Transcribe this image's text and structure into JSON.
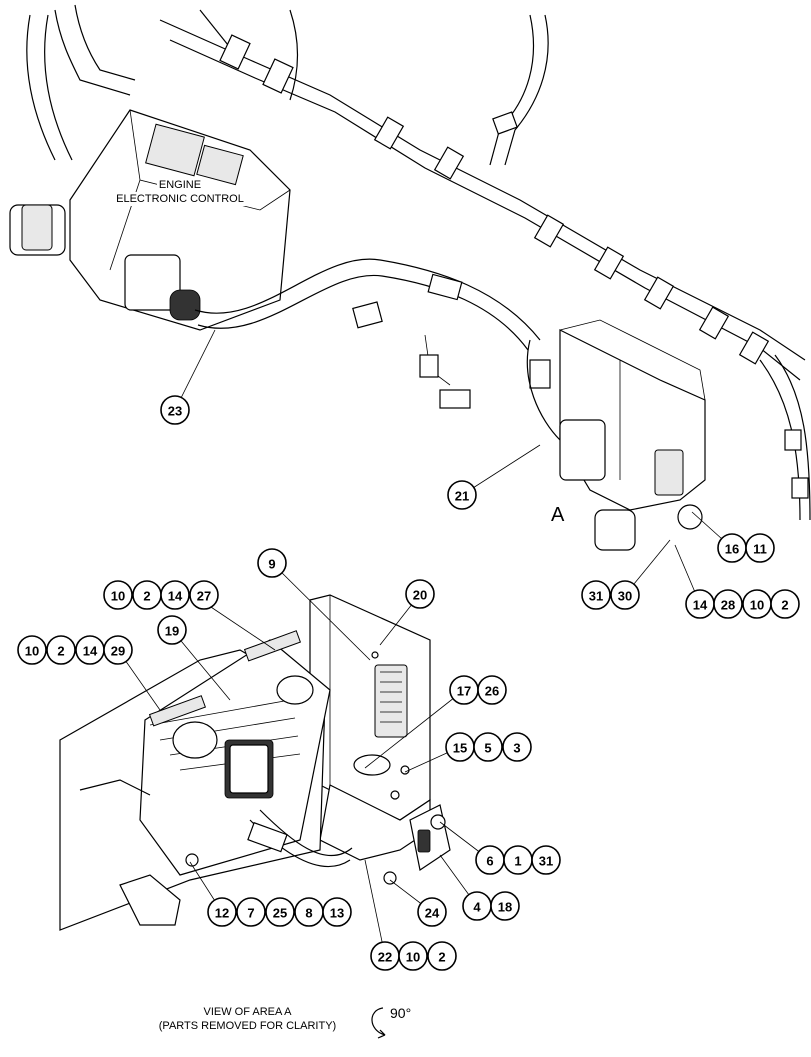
{
  "labels": {
    "ecm_line1": "ENGINE",
    "ecm_line2": "ELECTRONIC CONTROL",
    "area_marker": "A",
    "view_line1": "VIEW OF AREA A",
    "view_line2": "(PARTS REMOVED FOR CLARITY)",
    "rotation": "90°"
  },
  "callouts": [
    {
      "id": "c23",
      "text": "23"
    },
    {
      "id": "c21",
      "text": "21"
    },
    {
      "id": "c16",
      "text": "16"
    },
    {
      "id": "c11",
      "text": "11"
    },
    {
      "id": "c31a",
      "text": "31"
    },
    {
      "id": "c30",
      "text": "30"
    },
    {
      "id": "c14a",
      "text": "14"
    },
    {
      "id": "c28",
      "text": "28"
    },
    {
      "id": "c10a",
      "text": "10"
    },
    {
      "id": "c2a",
      "text": "2"
    },
    {
      "id": "c9",
      "text": "9"
    },
    {
      "id": "c20",
      "text": "20"
    },
    {
      "id": "c10b",
      "text": "10"
    },
    {
      "id": "c2b",
      "text": "2"
    },
    {
      "id": "c14b",
      "text": "14"
    },
    {
      "id": "c27",
      "text": "27"
    },
    {
      "id": "c19",
      "text": "19"
    },
    {
      "id": "c10c",
      "text": "10"
    },
    {
      "id": "c2c",
      "text": "2"
    },
    {
      "id": "c14c",
      "text": "14"
    },
    {
      "id": "c29",
      "text": "29"
    },
    {
      "id": "c17",
      "text": "17"
    },
    {
      "id": "c26",
      "text": "26"
    },
    {
      "id": "c15",
      "text": "15"
    },
    {
      "id": "c5",
      "text": "5"
    },
    {
      "id": "c3",
      "text": "3"
    },
    {
      "id": "c6",
      "text": "6"
    },
    {
      "id": "c1",
      "text": "1"
    },
    {
      "id": "c31b",
      "text": "31"
    },
    {
      "id": "c4",
      "text": "4"
    },
    {
      "id": "c18",
      "text": "18"
    },
    {
      "id": "c12",
      "text": "12"
    },
    {
      "id": "c7",
      "text": "7"
    },
    {
      "id": "c25",
      "text": "25"
    },
    {
      "id": "c8",
      "text": "8"
    },
    {
      "id": "c13",
      "text": "13"
    },
    {
      "id": "c24",
      "text": "24"
    },
    {
      "id": "c22",
      "text": "22"
    },
    {
      "id": "c10d",
      "text": "10"
    },
    {
      "id": "c2d",
      "text": "2"
    }
  ]
}
